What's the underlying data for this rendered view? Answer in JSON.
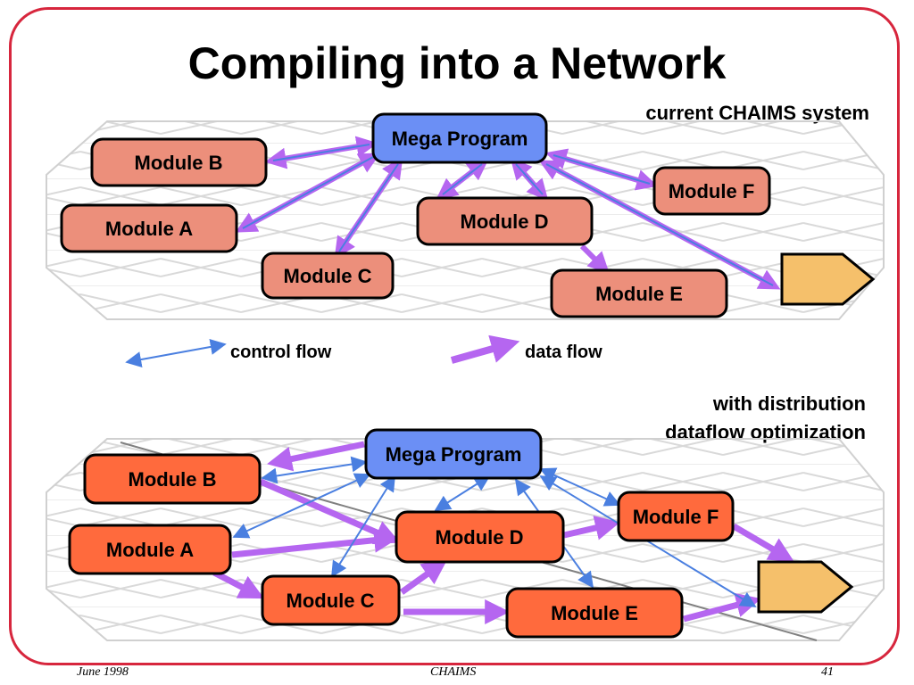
{
  "title": "Compiling into a Network",
  "caption_top": "current CHAIMS system",
  "caption_bottom_line1": "with distribution",
  "caption_bottom_line2": "dataflow optimization",
  "legend": {
    "control": "control flow",
    "data": "data flow"
  },
  "footer": {
    "date": "June 1998",
    "center": "CHAIMS",
    "page": "41"
  },
  "modules": {
    "mega": "Mega Program",
    "a": "Module A",
    "b": "Module B",
    "c": "Module C",
    "d": "Module D",
    "e": "Module E",
    "f": "Module F"
  },
  "colors": {
    "frame": "#d7263d",
    "mega": "#6b8ff5",
    "module_top": "#ec8f7b",
    "module_bottom": "#ff6a3d",
    "output": "#f5c06b",
    "control_flow": "#4a7fe0",
    "data_flow": "#b566f0"
  }
}
